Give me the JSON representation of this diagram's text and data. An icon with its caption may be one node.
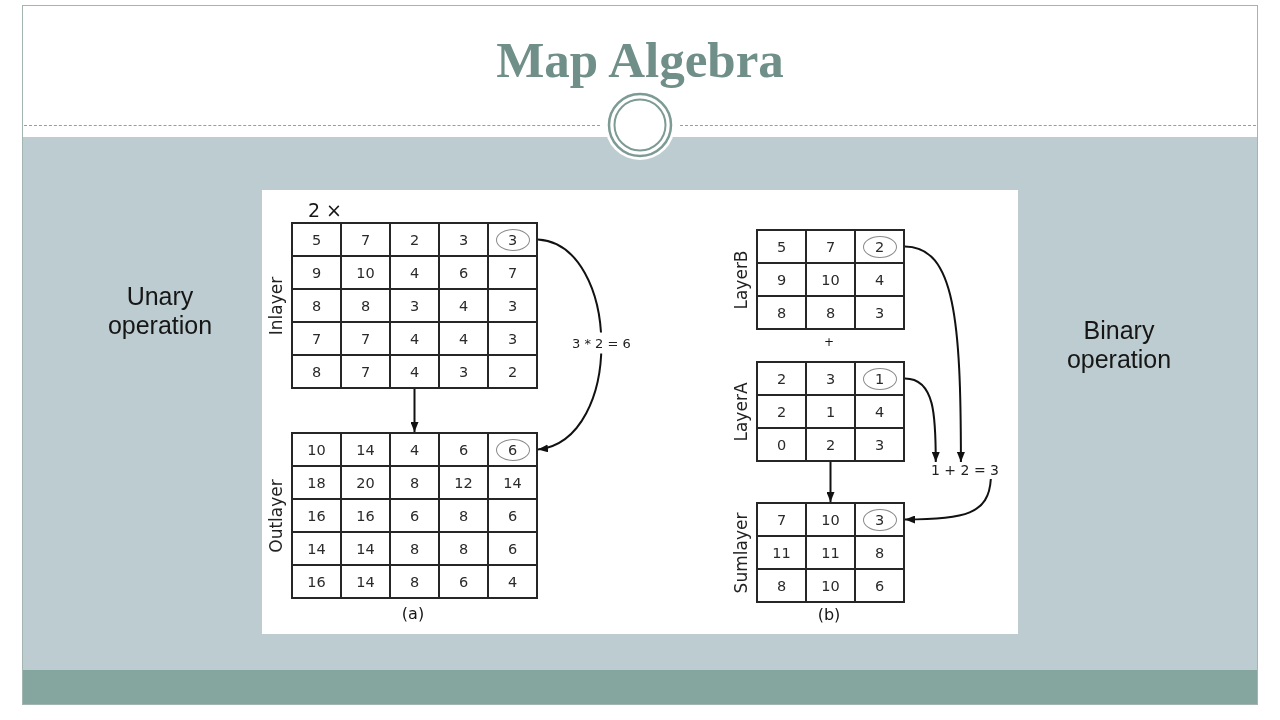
{
  "diagram": {
    "title": "Map Algebra",
    "nodes": [
      {
        "text": [
          "Inlayer"
        ]
      },
      {
        "text": [
          "5"
        ],
        "in": 0
      },
      {
        "text": [
          "7"
        ],
        "in": 0
      },
      {
        "text": [
          "2"
        ],
        "in": 0
      },
      {
        "text": [
          "3"
        ],
        "in": 0
      },
      {
        "text": [],
        "shape": "box",
        "in": 0
      },
      {
        "text": [
          "3"
        ],
        "in": 5
      },
      {
        "text": [
          "9"
        ],
        "in": 0
      },
      {
        "text": [
          "10"
        ],
        "in": 0
      },
      {
        "text": [
          "4"
        ],
        "in": 0
      },
      {
        "text": [
          "6"
        ],
        "in": 0
      },
      {
        "text": [
          "7"
        ],
        "in": 0
      },
      {
        "text": [
          "8"
        ],
        "in": 0
      },
      {
        "text": [
          "8"
        ],
        "in": 0
      },
      {
        "text": [
          "3"
        ],
        "in": 0
      },
      {
        "text": [
          "4"
        ],
        "in": 0
      },
      {
        "text": [
          "3"
        ],
        "in": 0
      },
      {
        "text": [
          "7"
        ],
        "in": 0
      },
      {
        "text": [
          "7"
        ],
        "in": 0
      },
      {
        "text": [
          "4"
        ],
        "in": 0
      },
      {
        "text": [
          "4"
        ],
        "in": 0
      },
      {
        "text": [
          "3"
        ],
        "in": 0
      },
      {
        "text": [
          "8"
        ],
        "in": 0
      },
      {
        "text": [
          "7"
        ],
        "in": 0
      },
      {
        "text": [
          "4"
        ],
        "in": 0
      },
      {
        "text": [
          "3"
        ],
        "in": 0
      },
      {
        "text": [
          "2"
        ],
        "in": 0
      },
      {
        "text": [
          "Outlayer"
        ]
      },
      {
        "text": [
          "10"
        ],
        "in": 27
      },
      {
        "text": [
          "14"
        ],
        "in": 27
      },
      {
        "text": [
          "4"
        ],
        "in": 27
      },
      {
        "text": [
          "6"
        ],
        "in": 27
      },
      {
        "text": [],
        "shape": "box",
        "in": 27
      },
      {
        "text": [
          "6"
        ],
        "in": 32
      },
      {
        "text": [
          "18"
        ],
        "in": 27
      },
      {
        "text": [
          "20"
        ],
        "in": 27
      },
      {
        "text": [
          "8"
        ],
        "in": 27
      },
      {
        "text": [
          "12"
        ],
        "in": 27
      },
      {
        "text": [
          "14"
        ],
        "in": 27
      },
      {
        "text": [
          "16"
        ],
        "in": 27
      },
      {
        "text": [
          "16"
        ],
        "in": 27
      },
      {
        "text": [
          "6"
        ],
        "in": 27
      },
      {
        "text": [
          "8"
        ],
        "in": 27
      },
      {
        "text": [
          "6"
        ],
        "in": 27
      },
      {
        "text": [
          "14"
        ],
        "in": 27
      },
      {
        "text": [
          "14"
        ],
        "in": 27
      },
      {
        "text": [
          "8"
        ],
        "in": 27
      },
      {
        "text": [
          "8"
        ],
        "in": 27
      },
      {
        "text": [
          "6"
        ],
        "in": 27
      },
      {
        "text": [
          "16"
        ],
        "in": 27
      },
      {
        "text": [
          "14"
        ],
        "in": 27
      },
      {
        "text": [
          "8"
        ],
        "in": 27
      },
      {
        "text": [
          "6"
        ],
        "in": 27
      },
      {
        "text": [
          "4"
        ],
        "in": 27
      },
      {
        "text": [
          "LayerB"
        ]
      },
      {
        "text": [
          "5"
        ],
        "in": 54
      },
      {
        "text": [
          "7"
        ],
        "in": 54
      },
      {
        "text": [],
        "shape": "box",
        "in": 54
      },
      {
        "text": [
          "2"
        ],
        "in": 57
      },
      {
        "text": [
          "9"
        ],
        "in": 54
      },
      {
        "text": [
          "10"
        ],
        "in": 54
      },
      {
        "text": [
          "4"
        ],
        "in": 54
      },
      {
        "text": [
          "8"
        ],
        "in": 54
      },
      {
        "text": [
          "8"
        ],
        "in": 54
      },
      {
        "text": [
          "3"
        ],
        "in": 54
      },
      {
        "text": [
          "LayerA"
        ]
      },
      {
        "text": [
          "2"
        ],
        "in": 65
      },
      {
        "text": [
          "3"
        ],
        "in": 65
      },
      {
        "text": [],
        "shape": "box",
        "in": 65
      },
      {
        "text": [
          "1"
        ],
        "in": 68
      },
      {
        "text": [
          "2"
        ],
        "in": 65
      },
      {
        "text": [
          "1"
        ],
        "in": 65
      },
      {
        "text": [
          "4"
        ],
        "in": 65
      },
      {
        "text": [
          "0"
        ],
        "in": 65
      },
      {
        "text": [
          "2"
        ],
        "in": 65
      },
      {
        "text": [
          "3"
        ],
        "in": 65
      },
      {
        "text": [
          "1 + 2 = 3"
        ]
      },
      {
        "text": [
          "Sumlayer"
        ]
      },
      {
        "text": [
          "7"
        ],
        "in": 77
      },
      {
        "text": [
          "10"
        ],
        "in": 77
      },
      {
        "text": [],
        "shape": "box",
        "in": 77
      },
      {
        "text": [
          "3"
        ],
        "in": 80
      },
      {
        "text": [
          "11"
        ],
        "in": 77
      },
      {
        "text": [
          "11"
        ],
        "in": 77
      },
      {
        "text": [
          "8"
        ],
        "in": 77
      },
      {
        "text": [
          "8"
        ],
        "in": 77
      },
      {
        "text": [
          "10"
        ],
        "in": 77
      },
      {
        "text": [
          "6"
        ],
        "in": 77
      }
    ],
    "edges": [
      {
        "from": 0,
        "to": 27,
        "arrow": "to"
      },
      {
        "from": 5,
        "to": 32,
        "arrow": "to",
        "label": "3 * 2 = 6"
      },
      {
        "from": 57,
        "to": 76,
        "arrow": "to"
      },
      {
        "from": 68,
        "to": 76,
        "arrow": "to"
      },
      {
        "from": 65,
        "to": 77,
        "arrow": "to"
      },
      {
        "from": 76,
        "to": 80,
        "arrow": "to"
      }
    ],
    "labels": [
      "Unary operation",
      "2 ×",
      "(a)",
      "+",
      "(b)",
      "Binary operation"
    ]
  }
}
